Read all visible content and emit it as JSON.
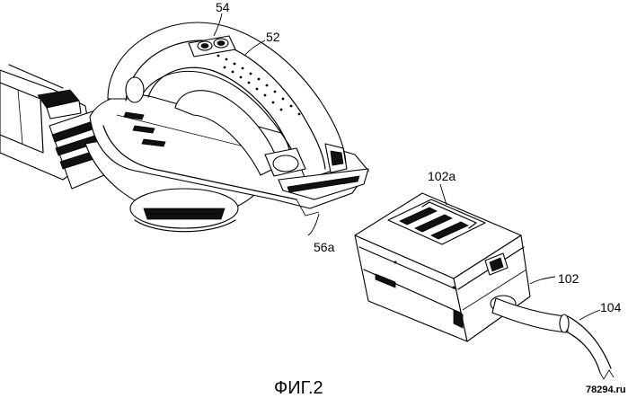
{
  "labels": {
    "part_54": "54",
    "part_52": "52",
    "part_56a": "56a",
    "part_102a": "102a",
    "part_102": "102",
    "part_104": "104"
  },
  "caption": "ФИГ.2",
  "watermark": "78294.ru"
}
